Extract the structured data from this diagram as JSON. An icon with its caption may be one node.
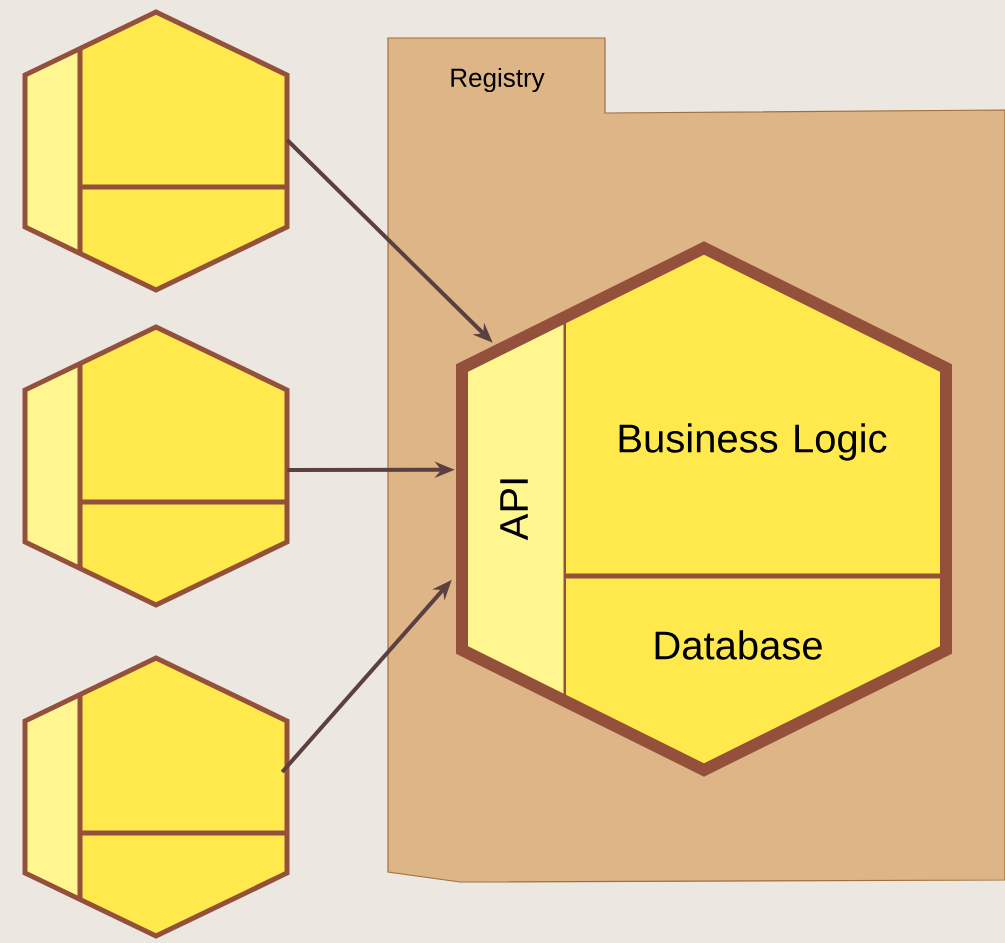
{
  "diagram": {
    "nodes": [
      {
        "text": [
          "Registry"
        ]
      },
      {
        "text": [],
        "shape": "hexagon",
        "in": 0
      },
      {
        "text": [
          "API"
        ],
        "in": 1
      },
      {
        "text": [
          "Business Logic"
        ],
        "in": 1
      },
      {
        "text": [
          "Database"
        ],
        "in": 1
      },
      {
        "text": [],
        "shape": "hexagon"
      },
      {
        "text": [],
        "shape": "hexagon"
      },
      {
        "text": [],
        "shape": "hexagon"
      }
    ],
    "edges": [
      {
        "from": 5,
        "to": 1,
        "arrow": "to"
      },
      {
        "from": 6,
        "to": 1,
        "arrow": "to"
      },
      {
        "from": 7,
        "to": 1,
        "arrow": "to"
      }
    ]
  }
}
